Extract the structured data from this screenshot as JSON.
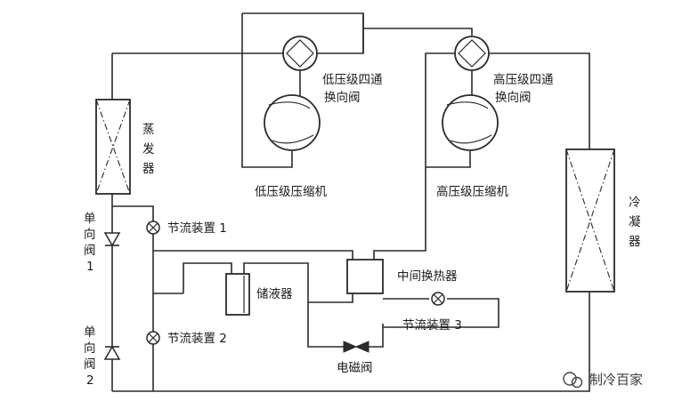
{
  "labels": {
    "low_valve_l1": "低压级四通",
    "low_valve_l2": "换向阀",
    "high_valve_l1": "高压级四通",
    "high_valve_l2": "换向阀",
    "low_compressor": "低压级压缩机",
    "high_compressor": "高压级压缩机",
    "evaporator": [
      "蒸",
      "发",
      "器"
    ],
    "condenser": [
      "冷",
      "凝",
      "器"
    ],
    "check_valve_1": [
      "单",
      "向",
      "阀",
      "1"
    ],
    "check_valve_2": [
      "单",
      "向",
      "阀",
      "2"
    ],
    "throttle_1": "节流装置 1",
    "throttle_2": "节流装置 2",
    "throttle_3": "节流装置 3",
    "receiver": "储液器",
    "intermediate_hx": "中间换热器",
    "solenoid_valve": "电磁阀"
  },
  "watermark": {
    "text": "制冷百家"
  }
}
